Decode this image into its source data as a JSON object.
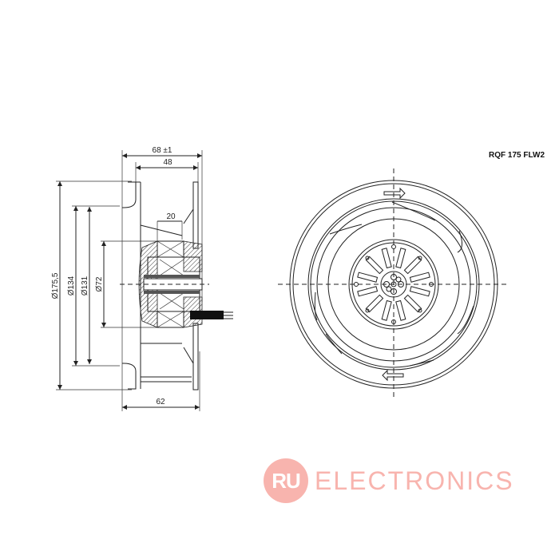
{
  "model": "RQF 175 FLW2",
  "dimensions": {
    "overall_depth": "68 ±1",
    "impeller_depth": "48",
    "motor_offset": "20",
    "base_depth": "62",
    "dia_outer": "Ø175,5",
    "dia_134": "Ø134",
    "dia_131": "Ø131",
    "dia_motor": "Ø72"
  },
  "watermark": {
    "badge": "RU",
    "text": "ELECTRONICS",
    "color": "#f8b4ae"
  }
}
